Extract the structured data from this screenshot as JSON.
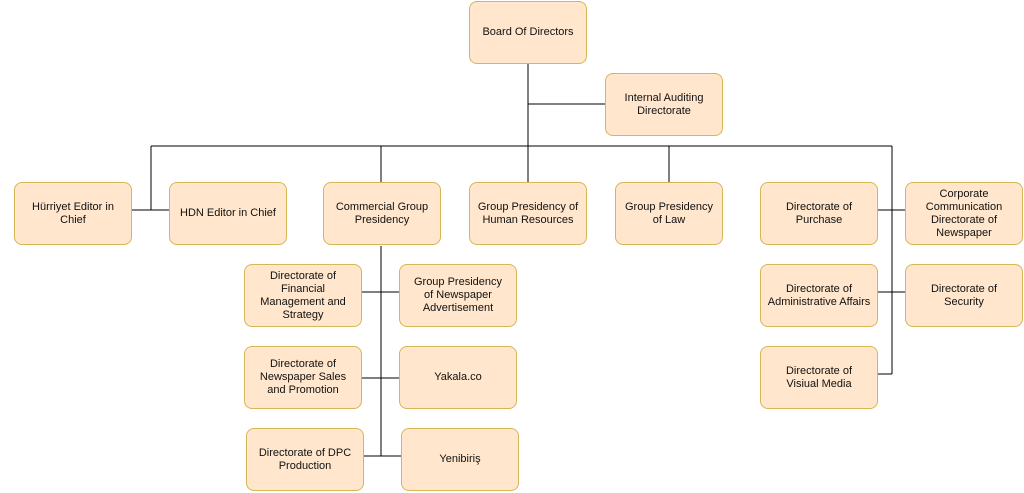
{
  "nodes": {
    "board": "Board Of Directors",
    "internal_audit": "Internal Auditing\nDirectorate",
    "hurriyet": "Hürriyet Editor in Chief",
    "hdn": "HDN Editor in Chief",
    "commercial": "Commercial Group\nPresidency",
    "human_resources": "Group Presidency of\nHuman Resources",
    "law": "Group Presidency\nof Law",
    "purchase": "Directorate of\nPurchase",
    "corporate_comm": "Corporate\nCommunication\nDirectorate of\nNewspaper",
    "financial": "Directorate of\nFinancial\nManagement and\nStrategy",
    "newspaper_ad": "Group Presidency\nof Newspaper\nAdvertisement",
    "sales_promo": "Directorate of\nNewspaper Sales\nand Promotion",
    "yakala": "Yakala.co",
    "dpc": "Directorate of DPC\nProduction",
    "yenibiris": "Yenibiriş",
    "admin_affairs": "Directorate of\nAdministrative Affairs",
    "security": "Directorate of\nSecurity",
    "visual_media": "Directorate of\nVisiual Media"
  },
  "colors": {
    "node_fill": "#ffe6cc",
    "node_border": "#d6b656",
    "line": "#000000"
  }
}
